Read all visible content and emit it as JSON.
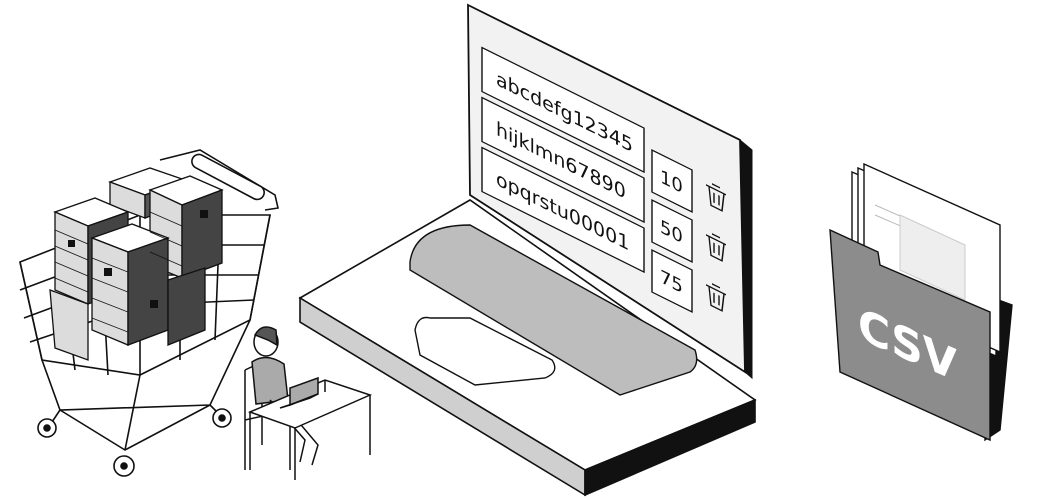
{
  "screen": {
    "rows": [
      {
        "sku": "abcdefg12345",
        "qty": "10",
        "delete_icon": "trash-icon"
      },
      {
        "sku": "hijklmn67890",
        "qty": "50",
        "delete_icon": "trash-icon"
      },
      {
        "sku": "opqrstu00001",
        "qty": "75",
        "delete_icon": "trash-icon"
      }
    ]
  },
  "folder": {
    "label": "CSV"
  },
  "colors": {
    "outline": "#111111",
    "screen_bg": "#f2f2f2",
    "field_bg": "#ffffff",
    "pad_gray": "#bdbdbd",
    "folder_gray": "#8c8c8c",
    "keyboard_side": "#cfcfcf"
  },
  "icons": [
    "shopping-cart-icon",
    "boxes-icon",
    "person-at-desk-icon",
    "laptop-icon",
    "trash-icon",
    "csv-folder-icon"
  ]
}
